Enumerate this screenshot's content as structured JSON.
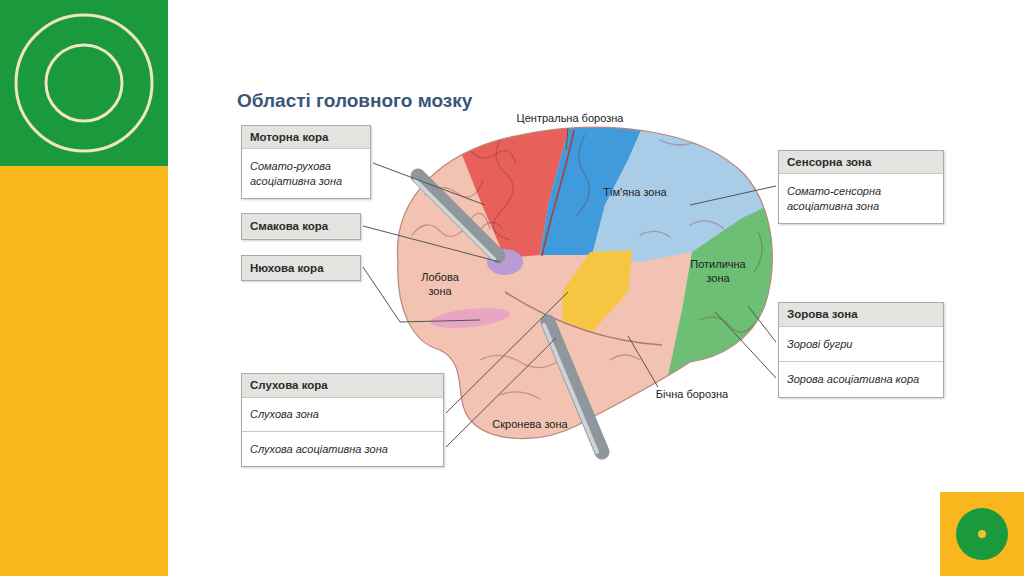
{
  "diagram": {
    "title": "Області головного мозку",
    "nodes": [
      {
        "text": [
          "Моторна кора",
          "Сомато-рухова асоціативна зона"
        ]
      },
      {
        "text": [
          "Сенсорна зона",
          "Сомато-сенсорна асоціативна зона"
        ]
      },
      {
        "text": [
          "Смакова кора"
        ]
      },
      {
        "text": [
          "Нюхова кора"
        ]
      },
      {
        "text": [
          "Зорова зона",
          "Зорові бугри",
          "Зорова асоціативна кора"
        ]
      },
      {
        "text": [
          "Слухова кора",
          "Слухова зона",
          "Слухова асоціативна зона"
        ]
      }
    ],
    "labels": [
      "Центральна борозна",
      "Тім'яна зона",
      "Лобова зона",
      "Потилична зона",
      "Бічна борозна",
      "Скронева зона"
    ]
  }
}
